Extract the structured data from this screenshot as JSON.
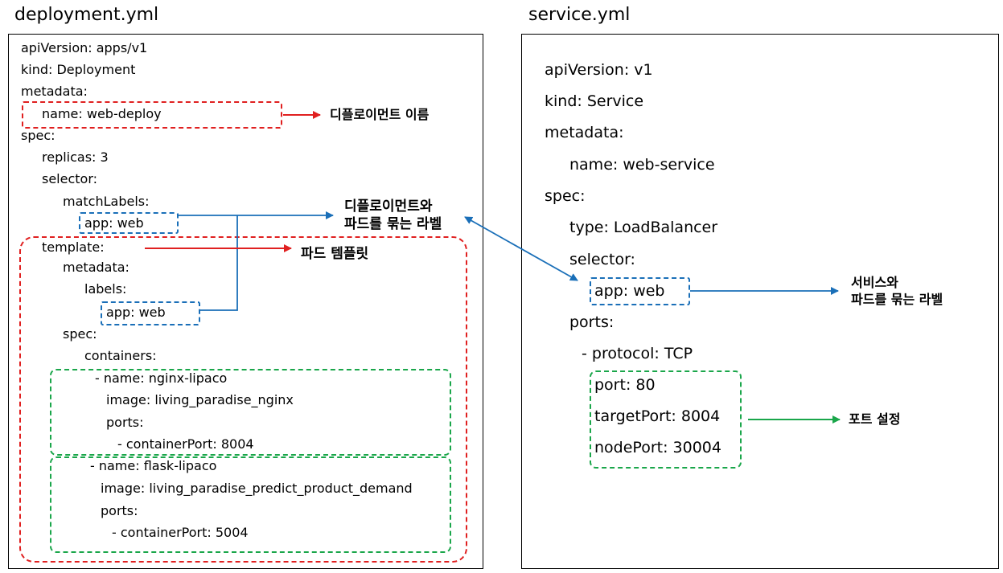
{
  "deployment": {
    "title": "deployment.yml",
    "lines": [
      "apiVersion: apps/v1",
      "kind: Deployment",
      "metadata:",
      "name: web-deploy",
      "spec:",
      "replicas: 3",
      "selector:",
      "matchLabels:",
      "app: web",
      "template:",
      "metadata:",
      "labels:",
      "app: web",
      "spec:",
      "containers:",
      "- name: nginx-lipaco",
      "image: living_paradise_nginx",
      "ports:",
      "- containerPort: 8004",
      "- name: flask-lipaco",
      "image: living_paradise_predict_product_demand",
      "ports:",
      "- containerPort: 5004"
    ]
  },
  "service": {
    "title": "service.yml",
    "lines": [
      "apiVersion: v1",
      "kind: Service",
      "metadata:",
      "name: web-service",
      "spec:",
      "type: LoadBalancer",
      "selector:",
      "app: web",
      "ports:",
      "- protocol: TCP",
      "port: 80",
      "targetPort: 8004",
      "nodePort: 30004"
    ]
  },
  "annotations": {
    "deploy_name": "디플로이먼트 이름",
    "deploy_label_1": "디플로이먼트와",
    "deploy_label_2": "파드를 묶는 라벨",
    "pod_template": "파드 템플릿",
    "service_label_1": "서비스와",
    "service_label_2": "파드를 묶는 라벨",
    "port_setting": "포트 설정"
  },
  "colors": {
    "red": "#e02020",
    "blue": "#1a6fb8",
    "green": "#1aa64a"
  }
}
